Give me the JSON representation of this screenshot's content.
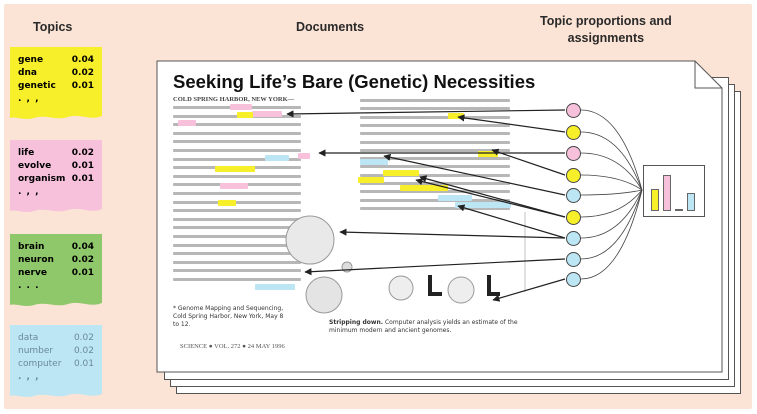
{
  "headers": {
    "topics": "Topics",
    "documents": "Documents",
    "proportions_line1": "Topic proportions and",
    "proportions_line2": "assignments"
  },
  "topics": [
    {
      "color": "#f6ef2a",
      "words": [
        {
          "w": "gene",
          "p": "0.04"
        },
        {
          "w": "dna",
          "p": "0.02"
        },
        {
          "w": "genetic",
          "p": "0.01"
        }
      ],
      "more": ". , ,"
    },
    {
      "color": "#f7c1dc",
      "words": [
        {
          "w": "life",
          "p": "0.02"
        },
        {
          "w": "evolve",
          "p": "0.01"
        },
        {
          "w": "organism",
          "p": "0.01"
        }
      ],
      "more": ". , ,"
    },
    {
      "color": "#8fc86a",
      "words": [
        {
          "w": "brain",
          "p": "0.04"
        },
        {
          "w": "neuron",
          "p": "0.02"
        },
        {
          "w": "nerve",
          "p": "0.01"
        }
      ],
      "more": ". . ."
    },
    {
      "color": "#bde6f4",
      "words": [
        {
          "w": "data",
          "p": "0.02"
        },
        {
          "w": "number",
          "p": "0.02"
        },
        {
          "w": "computer",
          "p": "0.01"
        }
      ],
      "more": ". , ,"
    }
  ],
  "document": {
    "title": "Seeking Life’s Bare (Genetic) Necessities",
    "dateline": "COLD SPRING HARBOR, NEW YORK—",
    "footer": "SCIENCE ● VOL. 272 ● 24 MAY 1996",
    "footnote": "* Genome Mapping and Sequencing, Cold Spring Harbor, New York, May 8 to 12.",
    "caption_bold": "Stripping down.",
    "caption_rest": "Computer analysis yields an estimate of the minimum modern and ancient genomes."
  },
  "assignments": [
    "#f7c1dc",
    "#f6ef2a",
    "#f7c1dc",
    "#f6ef2a",
    "#bde6f4",
    "#f6ef2a",
    "#bde6f4",
    "#bde6f4",
    "#bde6f4"
  ],
  "proportions": [
    {
      "color": "#f6ef2a",
      "value": 0.55
    },
    {
      "color": "#f7c1dc",
      "value": 0.9
    },
    {
      "color": "#8fc86a",
      "value": 0.05
    },
    {
      "color": "#bde6f4",
      "value": 0.45
    }
  ]
}
